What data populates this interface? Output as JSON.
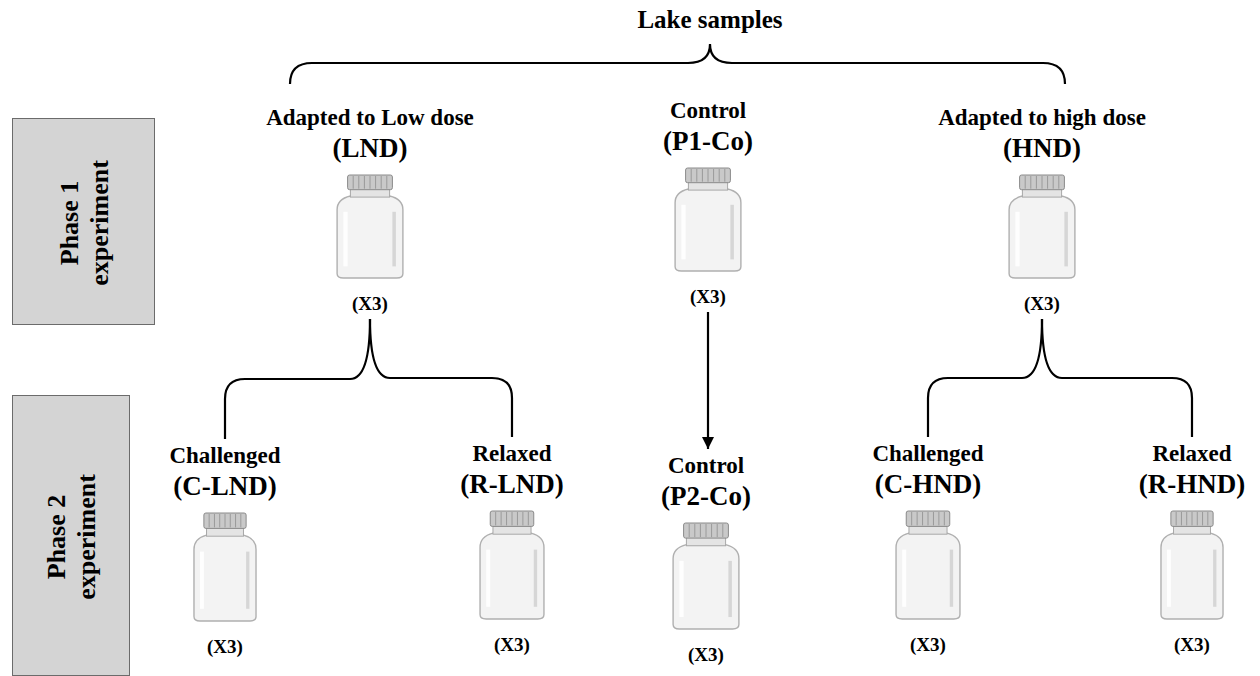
{
  "diagram": {
    "title": "Lake samples",
    "nodes": [
      {
        "text": [
          "Phase 1 experiment"
        ]
      },
      {
        "text": [
          "Adapted to Low dose",
          "(LND)",
          "(X3)"
        ]
      },
      {
        "text": [
          "Control",
          "(P1-Co)",
          "(X3)"
        ]
      },
      {
        "text": [
          "Adapted to high dose",
          "(HND)",
          "(X3)"
        ]
      },
      {
        "text": [
          "Phase 2 experiment"
        ]
      },
      {
        "text": [
          "Challenged",
          "(C-LND)",
          "(X3)"
        ]
      },
      {
        "text": [
          "Relaxed",
          "(R-LND)",
          "(X3)"
        ]
      },
      {
        "text": [
          "Control",
          "(P2-Co)",
          "(X3)"
        ]
      },
      {
        "text": [
          "Challenged",
          "(C-HND)",
          "(X3)"
        ]
      },
      {
        "text": [
          "Relaxed",
          "(R-HND)",
          "(X3)"
        ]
      }
    ],
    "edges": [
      {
        "from": 1,
        "to": 5,
        "arrow": "none"
      },
      {
        "from": 1,
        "to": 6,
        "arrow": "none"
      },
      {
        "from": 2,
        "to": 7,
        "arrow": "to"
      },
      {
        "from": 3,
        "to": 8,
        "arrow": "none"
      },
      {
        "from": 3,
        "to": 9,
        "arrow": "none"
      }
    ]
  }
}
